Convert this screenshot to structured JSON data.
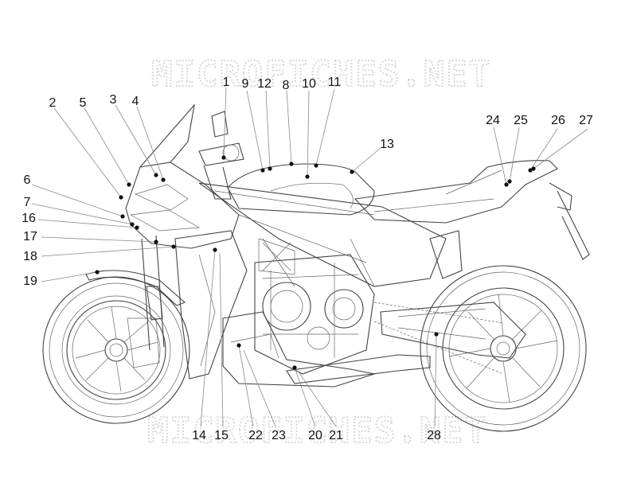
{
  "watermark": {
    "top": "MICROFICHES.NET",
    "bottom": "MICROFICHES.NET"
  },
  "callouts": [
    {
      "id": "1",
      "label": "1"
    },
    {
      "id": "2",
      "label": "2"
    },
    {
      "id": "3",
      "label": "3"
    },
    {
      "id": "4",
      "label": "4"
    },
    {
      "id": "5",
      "label": "5"
    },
    {
      "id": "6",
      "label": "6"
    },
    {
      "id": "7",
      "label": "7"
    },
    {
      "id": "8",
      "label": "8"
    },
    {
      "id": "9",
      "label": "9"
    },
    {
      "id": "10",
      "label": "10"
    },
    {
      "id": "11",
      "label": "11"
    },
    {
      "id": "12",
      "label": "12"
    },
    {
      "id": "13",
      "label": "13"
    },
    {
      "id": "14",
      "label": "14"
    },
    {
      "id": "15",
      "label": "15"
    },
    {
      "id": "16",
      "label": "16"
    },
    {
      "id": "17",
      "label": "17"
    },
    {
      "id": "18",
      "label": "18"
    },
    {
      "id": "19",
      "label": "19"
    },
    {
      "id": "20",
      "label": "20"
    },
    {
      "id": "21",
      "label": "21"
    },
    {
      "id": "22",
      "label": "22"
    },
    {
      "id": "23",
      "label": "23"
    },
    {
      "id": "24",
      "label": "24"
    },
    {
      "id": "25",
      "label": "25"
    },
    {
      "id": "26",
      "label": "26"
    },
    {
      "id": "27",
      "label": "27"
    },
    {
      "id": "28",
      "label": "28"
    }
  ]
}
